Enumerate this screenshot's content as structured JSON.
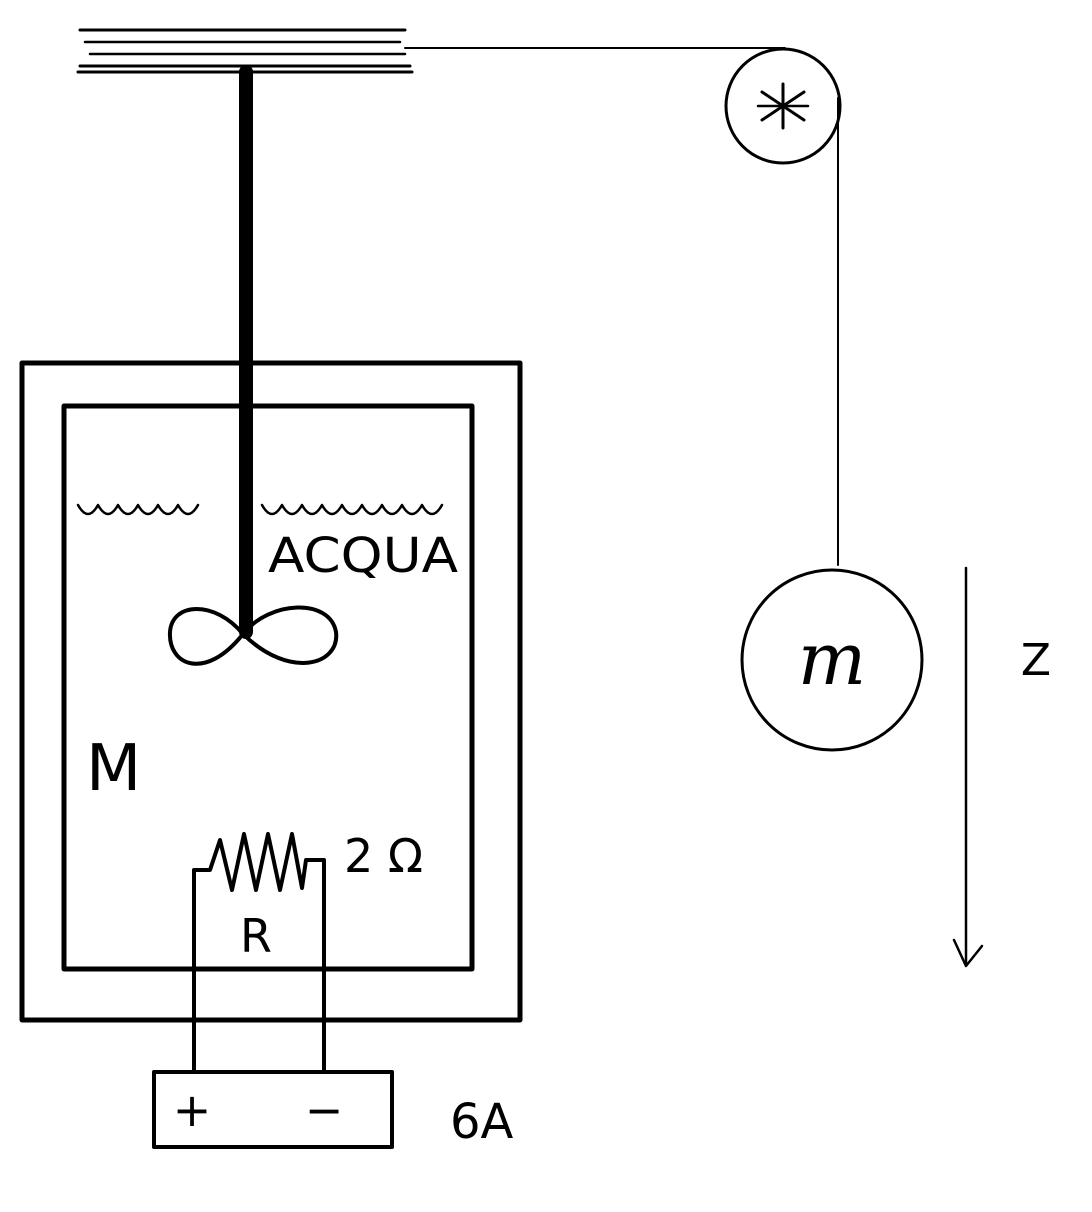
{
  "labels": {
    "water": "ACQUA",
    "container_mass": "M",
    "resistor": "R",
    "resistance_value": "2 Ω",
    "hanging_mass": "m",
    "axis": "Z",
    "current": "6A",
    "positive_terminal": "+",
    "negative_terminal": "−"
  },
  "colors": {
    "ink": "#000000",
    "background": "#ffffff"
  }
}
